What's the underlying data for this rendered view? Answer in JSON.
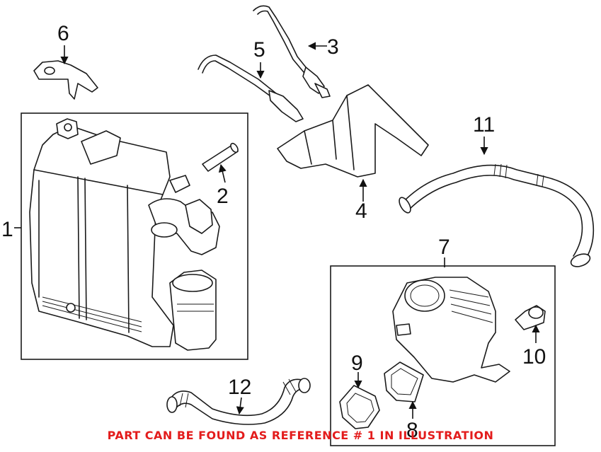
{
  "callouts": {
    "c1": "1",
    "c2": "2",
    "c3": "3",
    "c4": "4",
    "c5": "5",
    "c6": "6",
    "c7": "7",
    "c8": "8",
    "c9": "9",
    "c10": "10",
    "c11": "11",
    "c12": "12"
  },
  "footer": {
    "note": "PART CAN BE FOUND AS REFERENCE # 1 IN ILLUSTRATION",
    "note_color": "#e31c1c"
  }
}
